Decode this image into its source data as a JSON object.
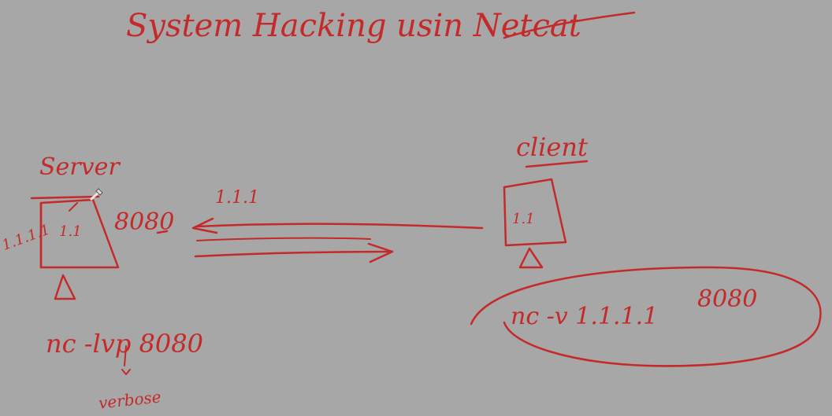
{
  "title": "System Hacking usin Netcat",
  "server": {
    "label": "Server",
    "ip_left": "1.1.1.1",
    "ip_inside": "1.1",
    "port": "8080",
    "command": "nc -lvp 8080",
    "note": "verbose"
  },
  "client": {
    "label": "client",
    "ip_inside": "1.1",
    "command": "nc -v 1.1.1.1",
    "port": "8080"
  },
  "arrow_label": "1.1.1",
  "ink_color": "#c42a2a",
  "background_color": "#a7a7a7"
}
